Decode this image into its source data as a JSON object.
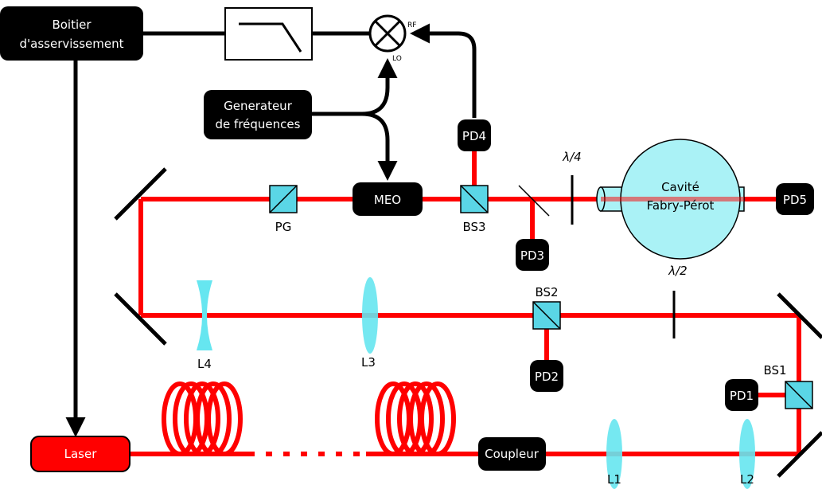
{
  "colors": {
    "beam": "#ff0000",
    "optic": "#66e6f0",
    "box": "#000000",
    "laser_box": "#ff0000",
    "cavity_fill": "#aaf2f6"
  },
  "boxes": {
    "servo_line1": "Boitier",
    "servo_line2": "d'asservissement",
    "generator_line1": "Generateur",
    "generator_line2": "de fréquences",
    "meo": "MEO",
    "laser": "Laser",
    "coupler": "Coupleur",
    "pd1": "PD1",
    "pd2": "PD2",
    "pd3": "PD3",
    "pd4": "PD4",
    "pd5": "PD5"
  },
  "mixer": {
    "rf": "RF",
    "lo": "LO"
  },
  "components": {
    "pg": "PG",
    "bs1": "BS1",
    "bs2": "BS2",
    "bs3": "BS3",
    "l1": "L1",
    "l2": "L2",
    "l3": "L3",
    "l4": "L4",
    "quarter_wave": "λ/4",
    "half_wave": "λ/2"
  },
  "cavity": {
    "line1": "Cavité",
    "line2": "Fabry-Pérot"
  },
  "icons": [
    "lowpass-filter-icon",
    "mixer-icon",
    "mirror-icon",
    "lens-icon",
    "beam-splitter-icon",
    "fiber-coil-icon",
    "waveplate-icon"
  ]
}
